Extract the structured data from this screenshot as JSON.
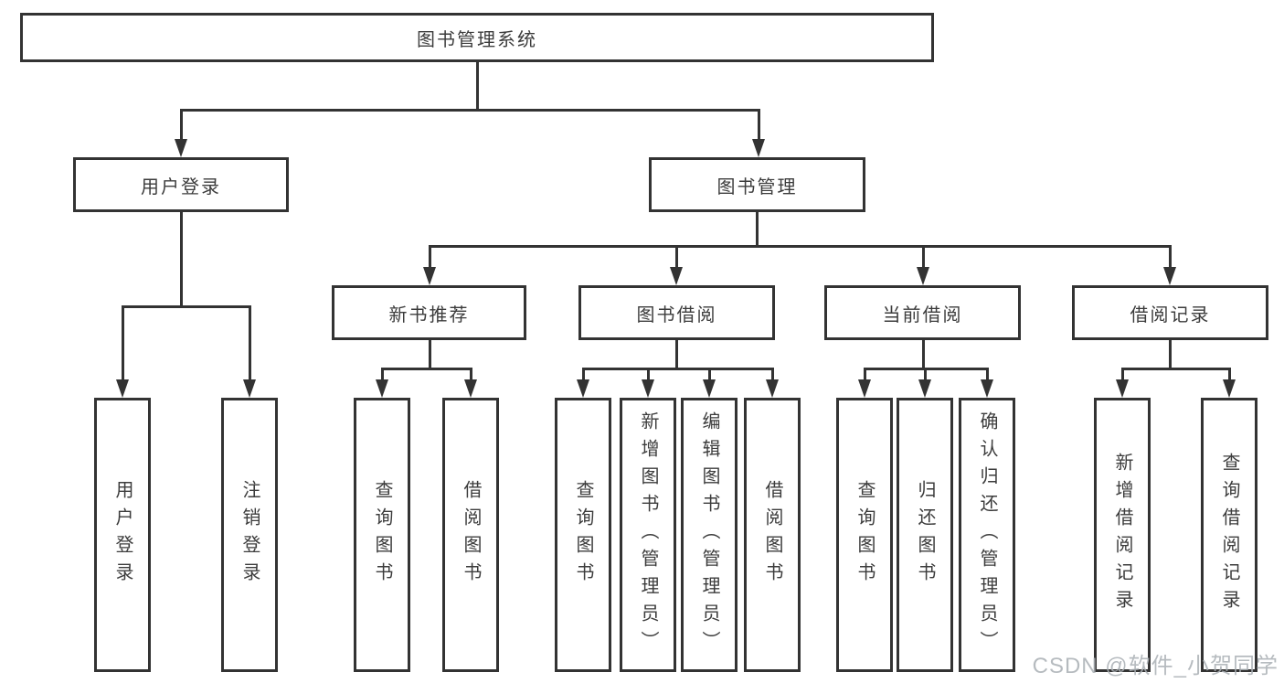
{
  "diagram": {
    "root": {
      "label": "图书管理系统"
    },
    "branches": [
      {
        "label": "用户登录",
        "children": [
          {
            "label": "用户登录"
          },
          {
            "label": "注销登录"
          }
        ]
      },
      {
        "label": "图书管理",
        "sections": [
          {
            "label": "新书推荐",
            "children": [
              {
                "label": "查询图书"
              },
              {
                "label": "借阅图书"
              }
            ]
          },
          {
            "label": "图书借阅",
            "children": [
              {
                "label": "查询图书"
              },
              {
                "label": "新增图书（管理员）"
              },
              {
                "label": "编辑图书（管理员）"
              },
              {
                "label": "借阅图书"
              }
            ]
          },
          {
            "label": "当前借阅",
            "children": [
              {
                "label": "查询图书"
              },
              {
                "label": "归还图书"
              },
              {
                "label": "确认归还（管理员）"
              }
            ]
          },
          {
            "label": "借阅记录",
            "children": [
              {
                "label": "新增借阅记录"
              },
              {
                "label": "查询借阅记录"
              }
            ]
          }
        ]
      }
    ]
  },
  "watermark": {
    "text": "CSDN @软件_小贺同学"
  },
  "colors": {
    "line": "#333333",
    "text": "#3c3c3c",
    "background": "#ffffff",
    "watermark": "#aab0b5"
  }
}
